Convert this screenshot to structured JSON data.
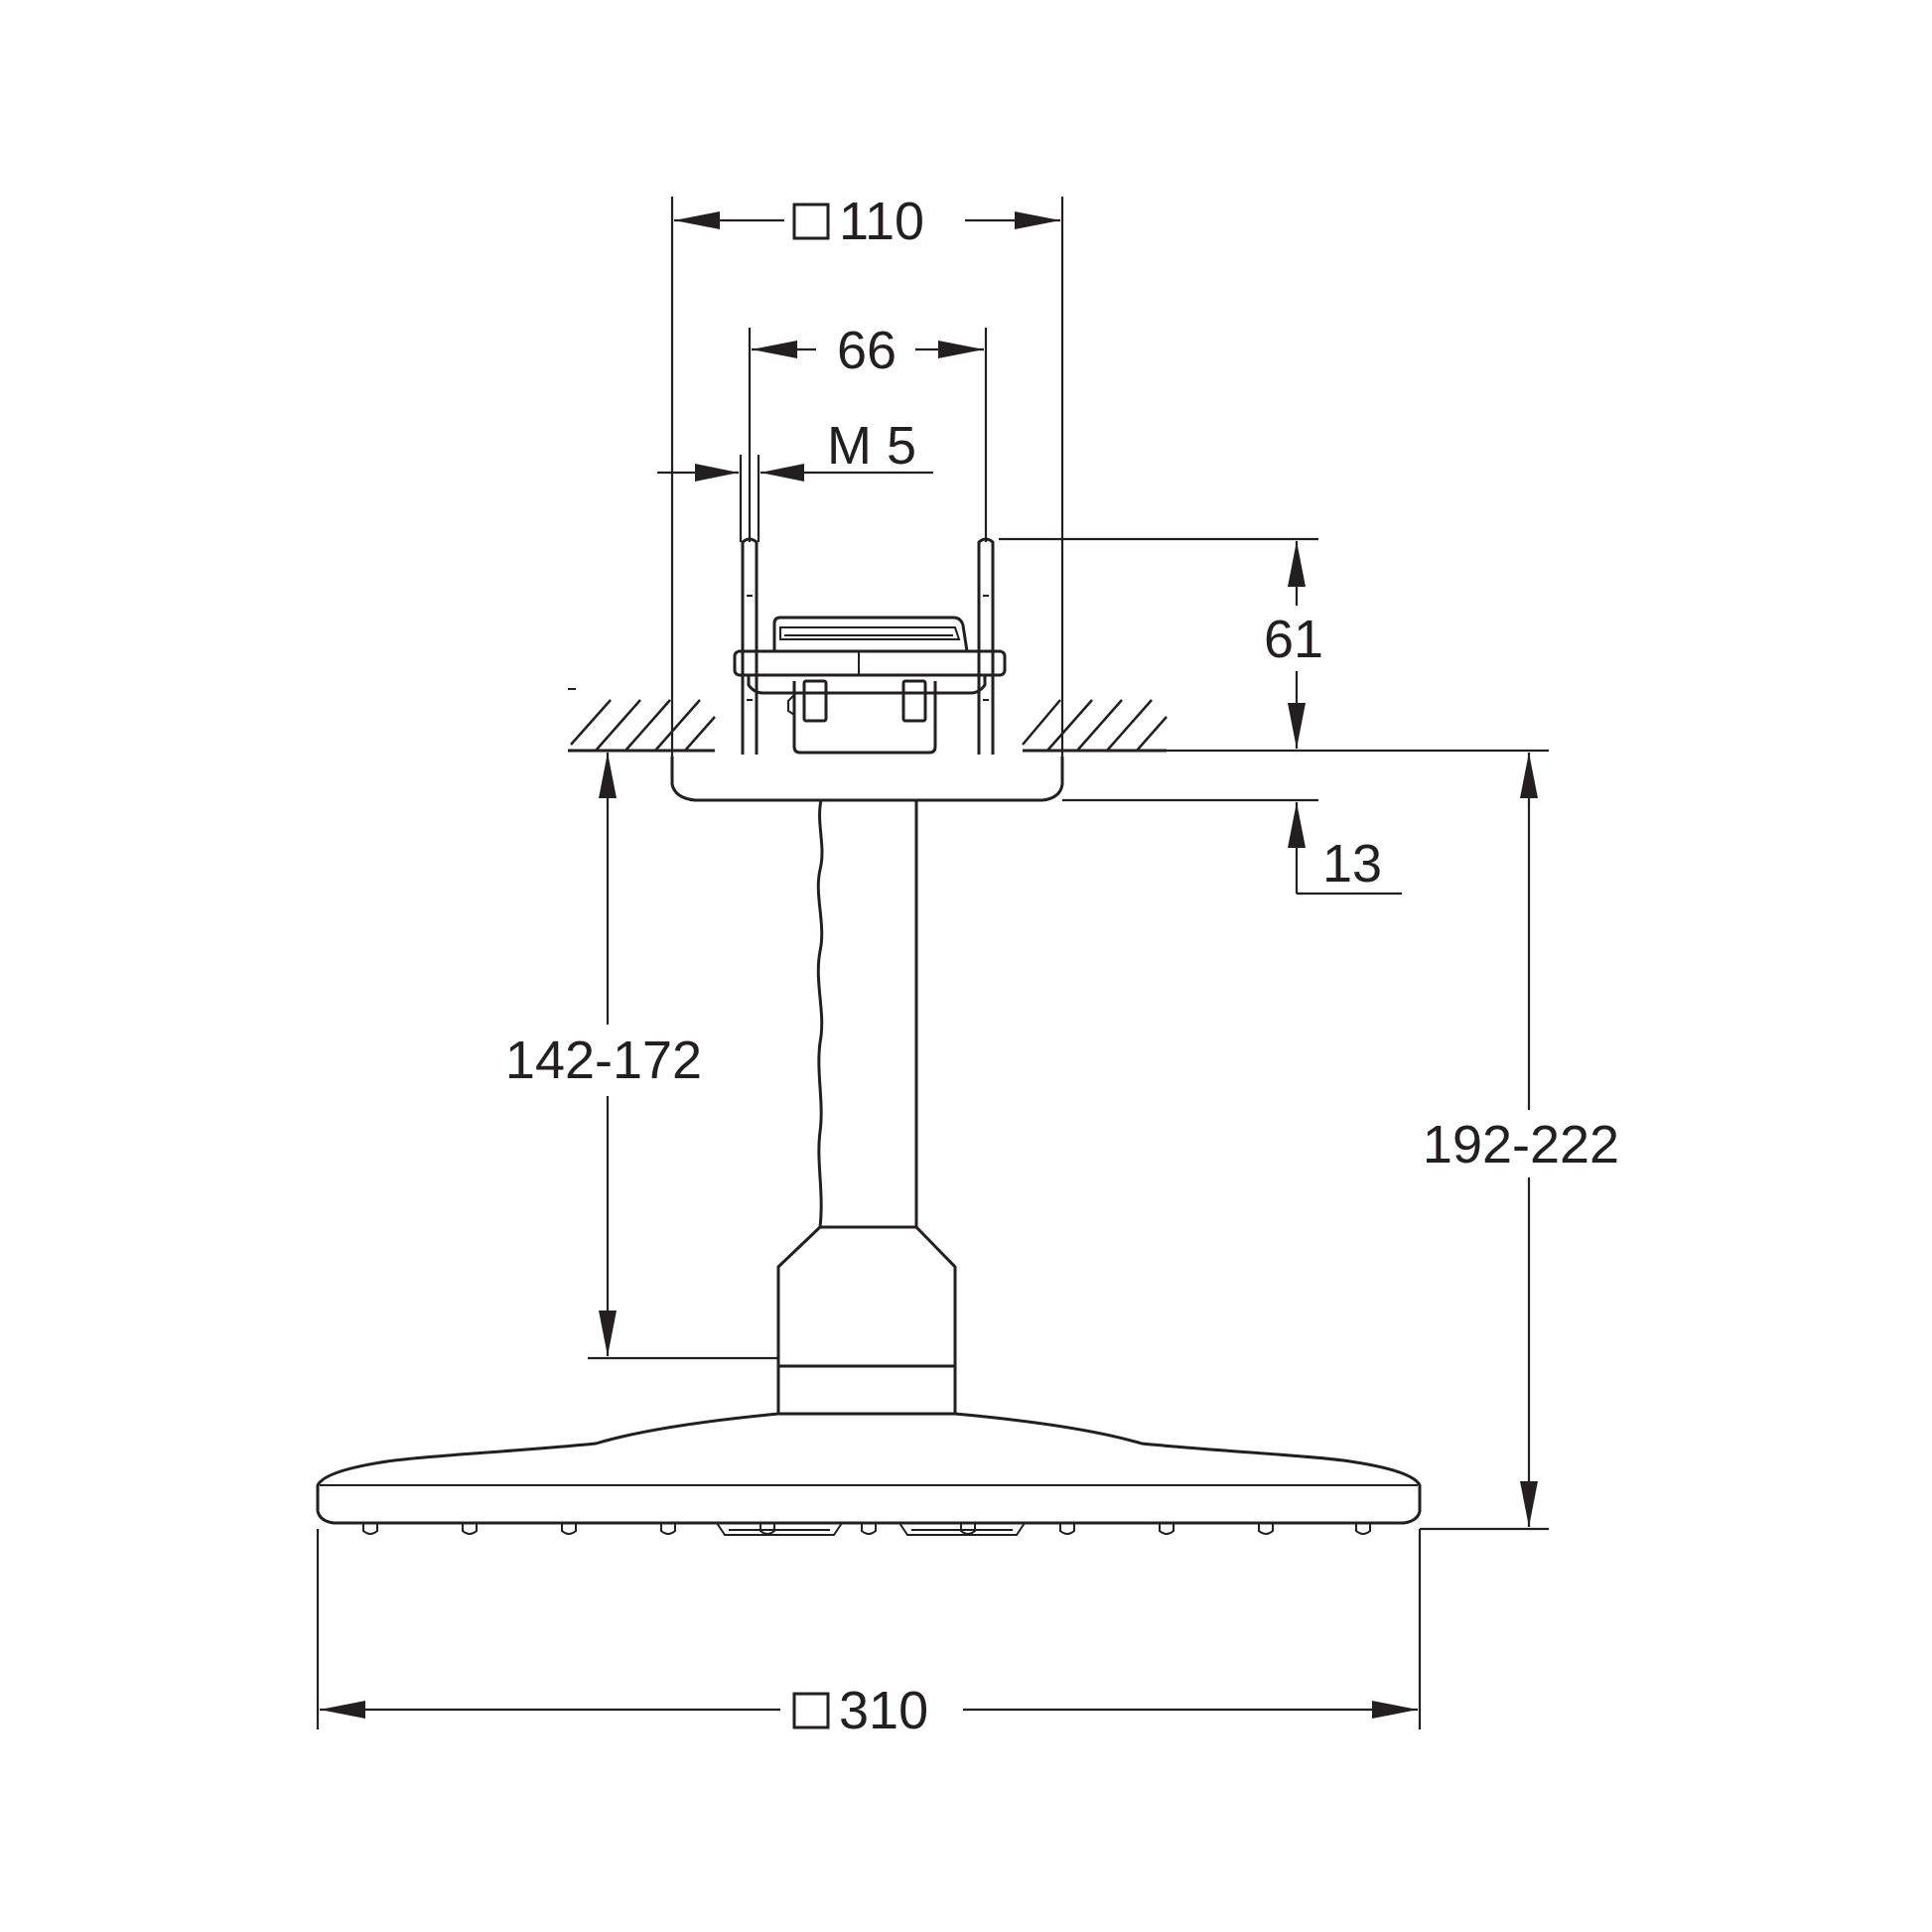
{
  "diagram": {
    "dimensions": {
      "top_outer_width": "110",
      "bolt_spacing": "66",
      "thread": "M 5",
      "box_height": "61",
      "flange_depth": "13",
      "arm_length": "142-172",
      "total_height": "192-222",
      "head_width": "310"
    },
    "square_symbol_on": [
      "top_outer_width",
      "head_width"
    ],
    "line_color": "#231f20",
    "background_color": "#ffffff"
  }
}
